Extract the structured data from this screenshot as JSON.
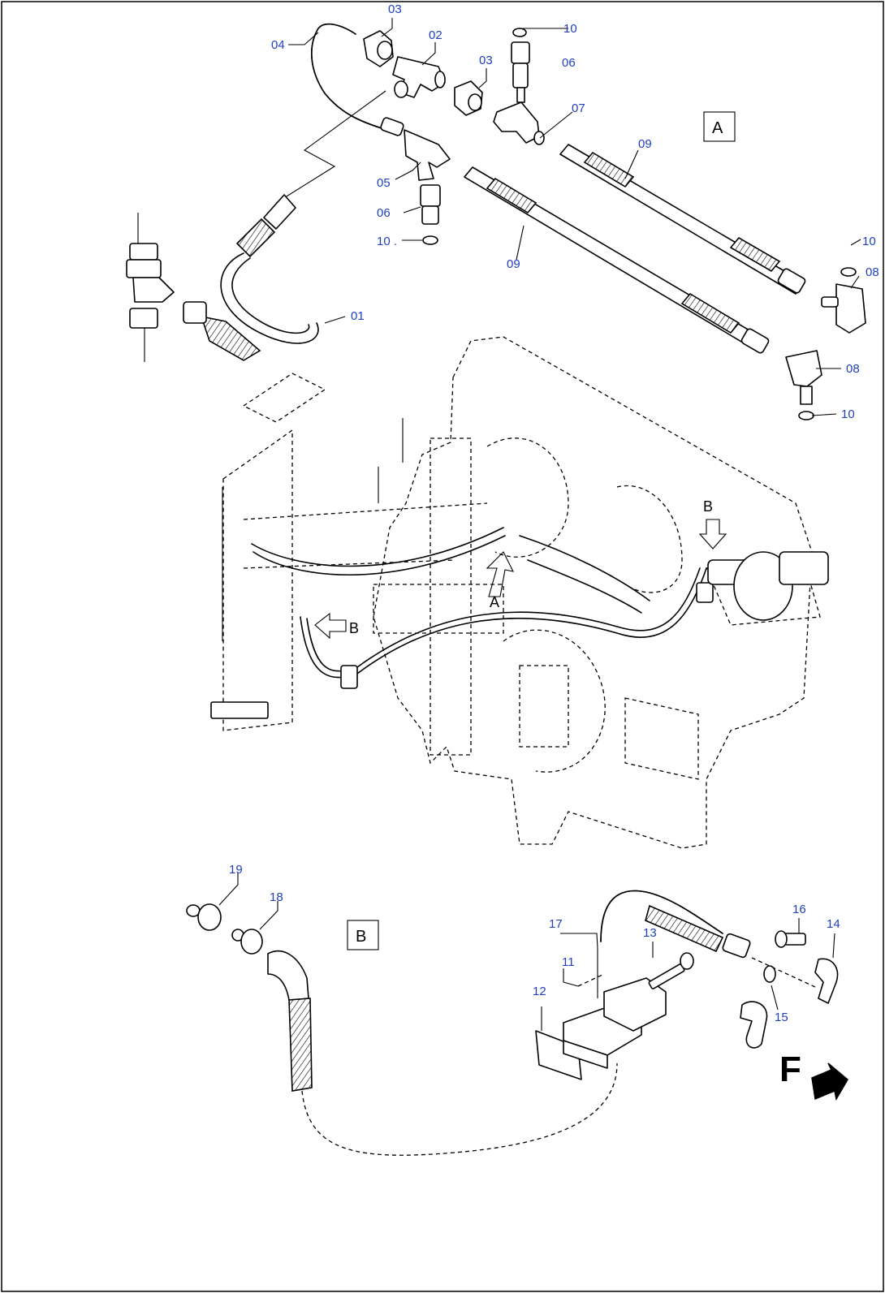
{
  "view_labels": {
    "a": "A",
    "b": "B"
  },
  "direction_arrows": {
    "a": "A",
    "b_upper": "B",
    "b_lower": "B"
  },
  "forward_marker": "F",
  "callouts": {
    "c01": "01",
    "c02": "02",
    "c03_top": "03",
    "c03_mid": "03",
    "c04": "04",
    "c05": "05",
    "c06_right": "06",
    "c06_left": "06",
    "c07": "07",
    "c08_upper": "08",
    "c08_lower": "08",
    "c09_upper": "09",
    "c09_lower": "09",
    "c10_top": "10",
    "c10_left": "10 .",
    "c10_right_upper": "10",
    "c10_right_lower": "10",
    "c11": "11",
    "c12": "12",
    "c13": "13",
    "c14": "14",
    "c15": "15",
    "c16": "16",
    "c17": "17",
    "c18": "18",
    "c19": "19"
  }
}
